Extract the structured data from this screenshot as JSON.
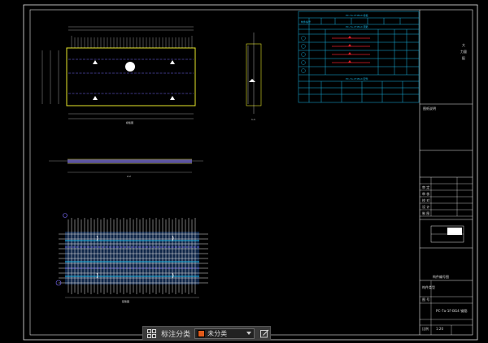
{
  "toolbar": {
    "grid_icon": "grid-icon",
    "label": "标注分类",
    "select_value": "未分类",
    "select_color": "#e05a1a",
    "edit_icon": "edit-icon"
  },
  "title_block": {
    "drawing_no": "PC-7a-1F-BG4 钢筋"
  }
}
